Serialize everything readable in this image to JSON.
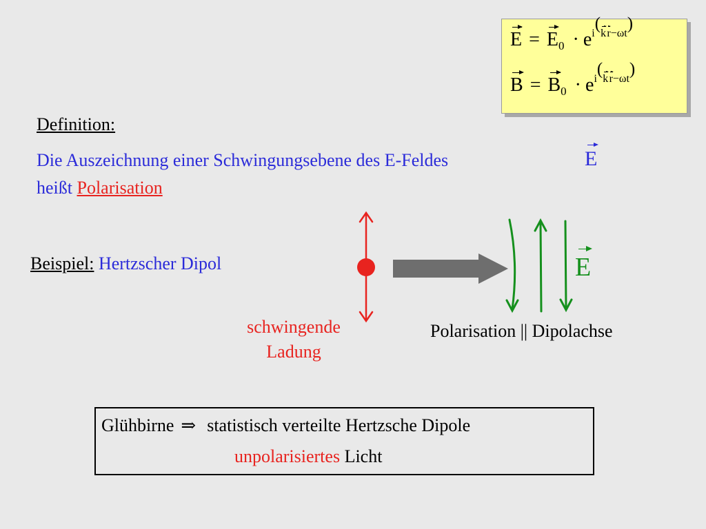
{
  "formulas": {
    "e_field": {
      "lhs": "E",
      "rhs": "E",
      "sub": "0",
      "dot": "·",
      "base": "e",
      "exp_i": "i",
      "k": "k",
      "r": "r",
      "minus": "−",
      "wt": "ωt",
      "eq": "="
    },
    "b_field": {
      "lhs": "B",
      "rhs": "B",
      "sub": "0",
      "dot": "·",
      "base": "e",
      "exp_i": "i",
      "k": "k",
      "r": "r",
      "minus": "−",
      "wt": "ωt",
      "eq": "="
    }
  },
  "definition": {
    "heading": "Definition:",
    "line1": "Die Auszeichnung einer Schwingungsebene des E-Feldes",
    "line2_prefix": "heißt",
    "line2_term": "Polarisation",
    "e_symbol": "E"
  },
  "example": {
    "label": "Beispiel:",
    "name": "Hertzscher Dipol"
  },
  "diagram": {
    "charge_label": "schwingende Ladung",
    "polarisation_label": "Polarisation || Dipolachse",
    "wave_e_symbol": "E"
  },
  "bulb_box": {
    "subject": "Glühbirne",
    "arrow": "⇒",
    "statement": "statistisch verteilte Hertzsche Dipole",
    "result_colored": "unpolarisiertes",
    "result_rest": "Licht"
  },
  "colors": {
    "background": "#e9e9e9",
    "formula_box": "#ffff9a",
    "red": "#e8231f",
    "blue": "#2b2bd9",
    "green": "#15901d",
    "arrow_gray": "#6e6e6e"
  }
}
